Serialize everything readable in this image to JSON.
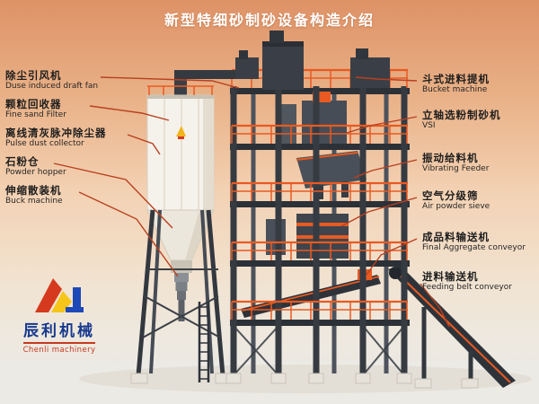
{
  "title": "新型特细砂制砂设备构造介绍",
  "labels": {
    "left": [
      {
        "zh": "除尘引风机",
        "en": "Duse induced draft fan"
      },
      {
        "zh": "颗粒回收器",
        "en": "Fine sand Filter"
      },
      {
        "zh": "离线清灰脉冲除尘器",
        "en": "Pulse dust collector"
      },
      {
        "zh": "石粉仓",
        "en": "Powder hopper"
      },
      {
        "zh": "伸缩散装机",
        "en": "Buck machine"
      }
    ],
    "right": [
      {
        "zh": "斗式进料提机",
        "en": "Bucket machine"
      },
      {
        "zh": "立轴选粉制砂机",
        "en": "VSI"
      },
      {
        "zh": "振动给料机",
        "en": "Vibrating Feeder"
      },
      {
        "zh": "空气分级筛",
        "en": "Air powder sieve"
      },
      {
        "zh": "成品料输送机",
        "en": "Final Aggregate conveyor"
      },
      {
        "zh": "进料输送机",
        "en": "Feeding belt conveyor"
      }
    ]
  },
  "logo": {
    "name_zh": "辰利机械",
    "name_en": "Chenli machinery"
  },
  "colors": {
    "background_top": "#de9266",
    "background_bottom": "#eae7e1",
    "title_text": "#ffffff",
    "leader_line": "#b8401f",
    "steel_dark": "#363b42",
    "accent_orange": "#e85a22",
    "silo_white": "#f5f2eb",
    "logo_blue": "#16388e",
    "logo_red": "#c43a20",
    "logo_yellow": "#f5c51a"
  }
}
